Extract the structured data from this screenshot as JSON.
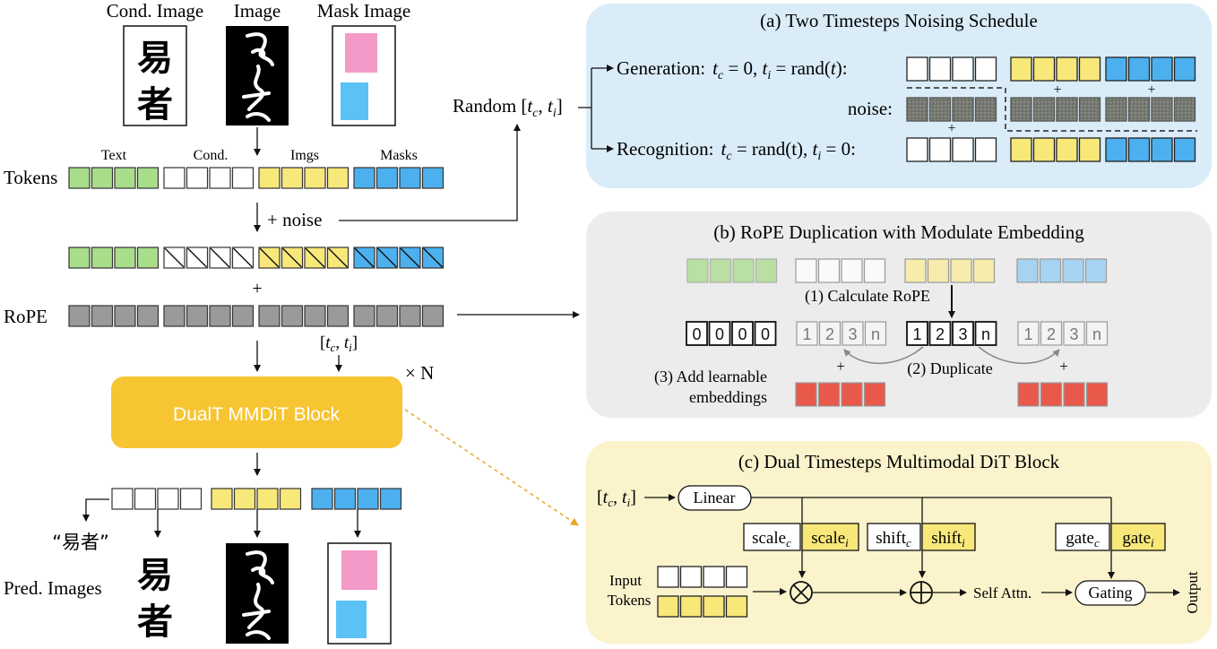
{
  "left": {
    "input_labels": [
      "Cond. Image",
      "Image",
      "Mask Image"
    ],
    "cond_chars": [
      "易",
      "者"
    ],
    "group_labels": [
      "Text",
      "Cond.",
      "Imgs",
      "Masks"
    ],
    "tokens_label": "Tokens",
    "noise_label": "+ noise",
    "plus": "+",
    "rope_label": "RoPE",
    "t_pair": "[tc, ti]",
    "block_label": "DualT MMDiT Block",
    "times_n": "× N",
    "pred_text": "“易者”",
    "pred_label": "Pred. Images"
  },
  "random_label": "Random [tc, ti]",
  "panel_a": {
    "title": "(a) Two Timesteps Noising Schedule",
    "generation": "Generation:",
    "generation_formula": "tc = 0, ti = rand(t):",
    "noise": "noise:",
    "recognition": "Recognition:",
    "recognition_formula": "tc = rand(t), ti = 0:",
    "plus": "+"
  },
  "panel_b": {
    "title": "(b) RoPE Duplication with Modulate Embedding",
    "calc": "(1) Calculate RoPE",
    "dup": "(2) Duplicate",
    "add1": "(3) Add learnable",
    "add2": "embeddings",
    "zeros": [
      "0",
      "0",
      "0",
      "0"
    ],
    "seq": [
      "1",
      "2",
      "3",
      "n"
    ],
    "plus": "+"
  },
  "panel_c": {
    "title": "(c) Dual Timesteps Multimodal DiT Block",
    "t_input": "[tc, ti]",
    "linear": "Linear",
    "scale_c": "scalec",
    "scale_i": "scalei",
    "shift_c": "shiftc",
    "shift_i": "shifti",
    "gate_c": "gatec",
    "gate_i": "gatei",
    "input1": "Input",
    "input2": "Tokens",
    "self_attn": "Self Attn.",
    "gating": "Gating",
    "output": "Output",
    "mult": "⊗",
    "add": "⊕"
  },
  "colors": {
    "green": "#a8dd8a",
    "yellow": "#f8e87a",
    "blue": "#4db0ee",
    "gray": "#9a9a9a",
    "red": "#e8594c",
    "pink": "#f39ac8",
    "lightblue": "#5bc2f5",
    "panel_a_bg": "#d9ecf8",
    "panel_b_bg": "#ececec",
    "panel_c_bg": "#fbf3cc",
    "block_orange": "#f7c532",
    "noise_gray": "#767a72"
  }
}
